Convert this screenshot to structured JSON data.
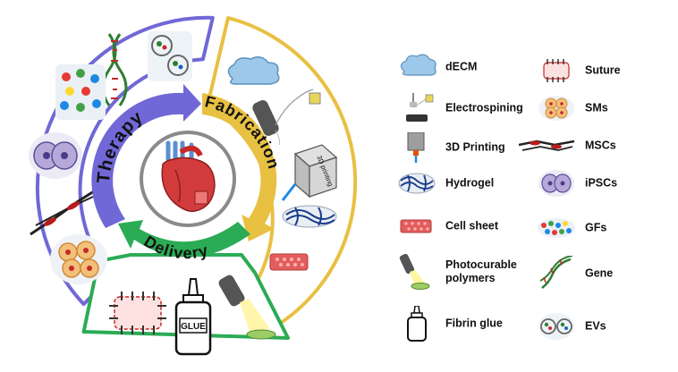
{
  "colors": {
    "therapy": "#7068d6",
    "fabrication": "#e8c042",
    "delivery": "#2bab55",
    "heart_ring": "#8a8a8a"
  },
  "center": {
    "therapy_label": "Therapy",
    "fabrication_label": "Fabrication",
    "delivery_label": "Delivery",
    "printing_label": "3D printing",
    "glue_label": "GLUE"
  },
  "legend": {
    "left_column": [
      {
        "icon": "decm-cloud-icon",
        "label": "dECM"
      },
      {
        "icon": "electrospinning-icon",
        "label": "Electrospining"
      },
      {
        "icon": "3d-printer-icon",
        "label": "3D Printing"
      },
      {
        "icon": "hydrogel-mesh-icon",
        "label": "Hydrogel"
      },
      {
        "icon": "cell-sheet-icon",
        "label": "Cell sheet"
      },
      {
        "icon": "photocuring-lamp-icon",
        "label": "Photocurable polymers"
      },
      {
        "icon": "fibrin-glue-bottle-icon",
        "label": "Fibrin glue"
      }
    ],
    "right_column": [
      {
        "icon": "suture-patch-icon",
        "label": "Suture"
      },
      {
        "icon": "smooth-muscle-cells-icon",
        "label": "SMs"
      },
      {
        "icon": "mesenchymal-stem-cells-icon",
        "label": "MSCs"
      },
      {
        "icon": "ipsc-cells-icon",
        "label": "iPSCs"
      },
      {
        "icon": "growth-factors-dots-icon",
        "label": "GFs"
      },
      {
        "icon": "dna-gene-icon",
        "label": "Gene"
      },
      {
        "icon": "extracellular-vesicles-icon",
        "label": "EVs"
      }
    ]
  }
}
